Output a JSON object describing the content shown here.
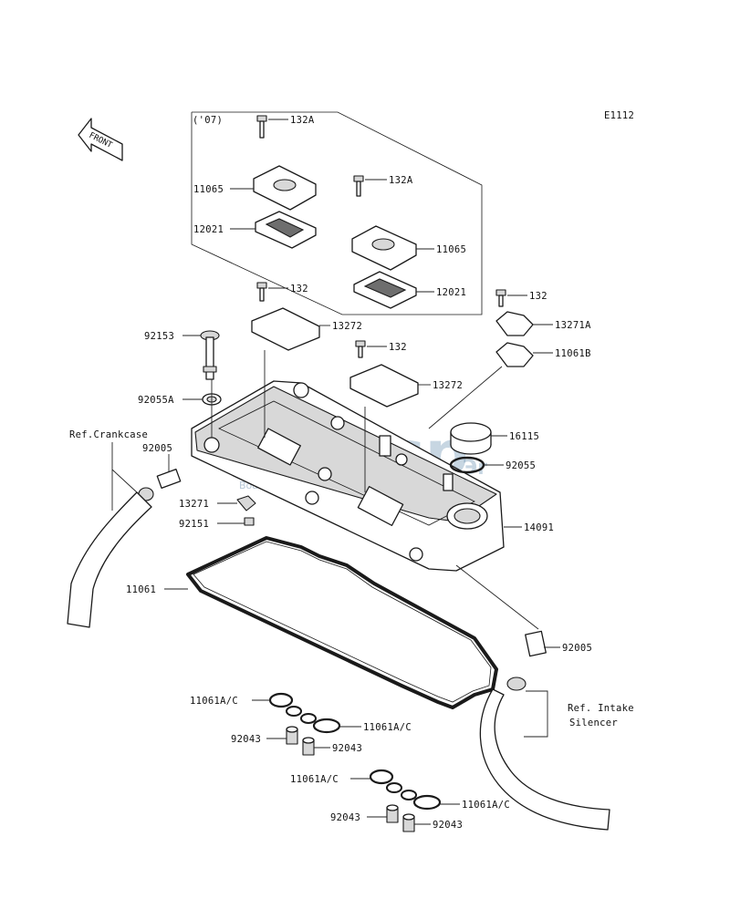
{
  "diagram": {
    "code": "E1112",
    "front_label": "FRONT",
    "year_note": "('07)",
    "watermark": "boatsp",
    "watermark_sub": "Boat spare parts",
    "watermark_suffix": "Эr"
  },
  "labels": {
    "p132a_top": "132A",
    "p11065_left": "11065",
    "p12021_left": "12021",
    "p132a_mid": "132A",
    "p11065_right": "11065",
    "p12021_right": "12021",
    "p132_left": "132",
    "p13272_top": "13272",
    "p132_right": "132",
    "p13271a": "13271A",
    "p11061b": "11061B",
    "p132_center": "132",
    "p13272_center": "13272",
    "p92153": "92153",
    "p92055a": "92055A",
    "ref_crankcase": "Ref.Crankcase",
    "p92005_left": "92005",
    "p16115": "16115",
    "p92055": "92055",
    "p13271": "13271",
    "p92151": "92151",
    "p14091": "14091",
    "p11061": "11061",
    "p92005_right": "92005",
    "ref_intake_1": "Ref. Intake",
    "ref_intake_2": "Silencer",
    "p11061ac_1": "11061A/C",
    "p11061ac_2": "11061A/C",
    "p92043_1": "92043",
    "p92043_2": "92043",
    "p11061ac_3": "11061A/C",
    "p11061ac_4": "11061A/C",
    "p92043_3": "92043",
    "p92043_4": "92043"
  }
}
